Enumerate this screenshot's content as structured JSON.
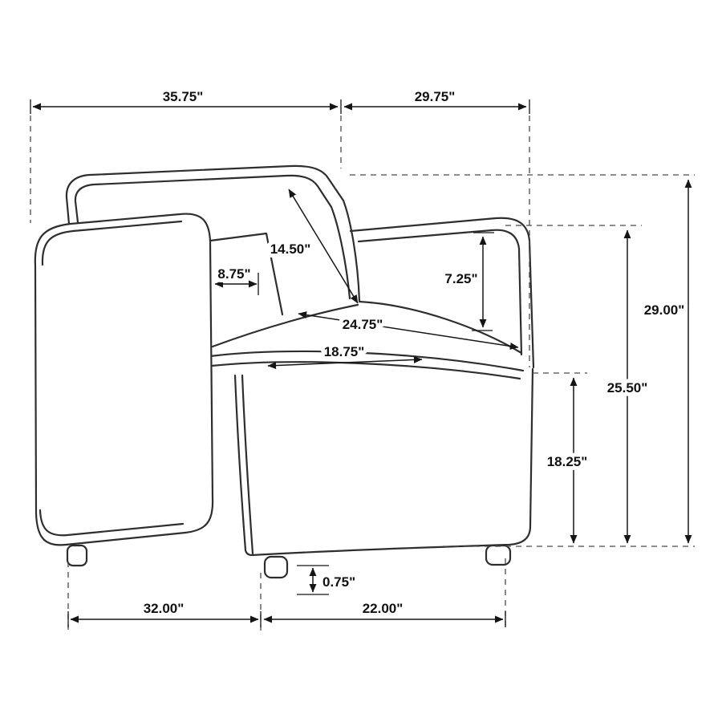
{
  "figure": {
    "title": "Armchair dimension diagram",
    "subject": "upholstered accent armchair line drawing with measurements",
    "background": "#ffffff",
    "line_color": "#2e2e2e",
    "dimension_color": "#151515",
    "extension_line_color": "#4a4a4a"
  },
  "dimensions": {
    "overall_width": "35.75\"",
    "overall_depth": "29.75\"",
    "back_diagonal": "14.50\"",
    "arm_thickness": "8.75\"",
    "arm_inner_height": "7.25\"",
    "seat_diagonal": "24.75\"",
    "seat_width": "18.75\"",
    "overall_height": "29.00\"",
    "arm_height": "25.50\"",
    "seat_side_height": "18.25\"",
    "foot_height": "0.75\"",
    "base_width": "32.00\"",
    "base_depth": "22.00\""
  }
}
